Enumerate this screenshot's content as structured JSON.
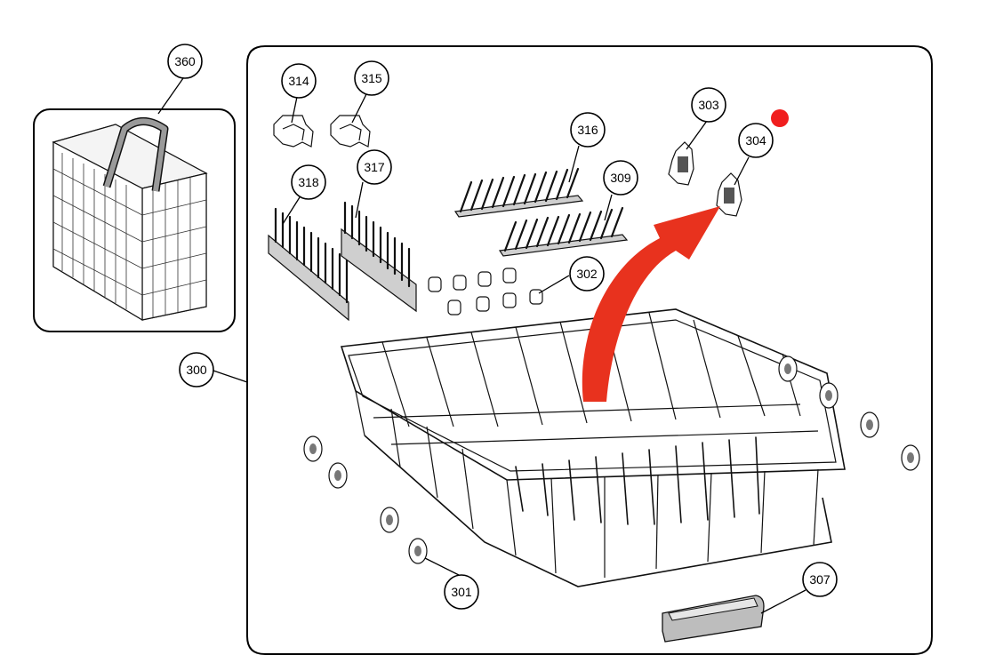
{
  "callouts": {
    "c360": "360",
    "c300": "300",
    "c314": "314",
    "c315": "315",
    "c318": "318",
    "c317": "317",
    "c316": "316",
    "c309": "309",
    "c302": "302",
    "c303": "303",
    "c304": "304",
    "c301": "301",
    "c307": "307"
  },
  "colors": {
    "arrow": "#e8321e",
    "marker_dot": "#f01e1e",
    "line": "#000000"
  },
  "icons": {
    "arrow": "curved-arrow-icon",
    "dot": "red-dot-marker-icon"
  }
}
